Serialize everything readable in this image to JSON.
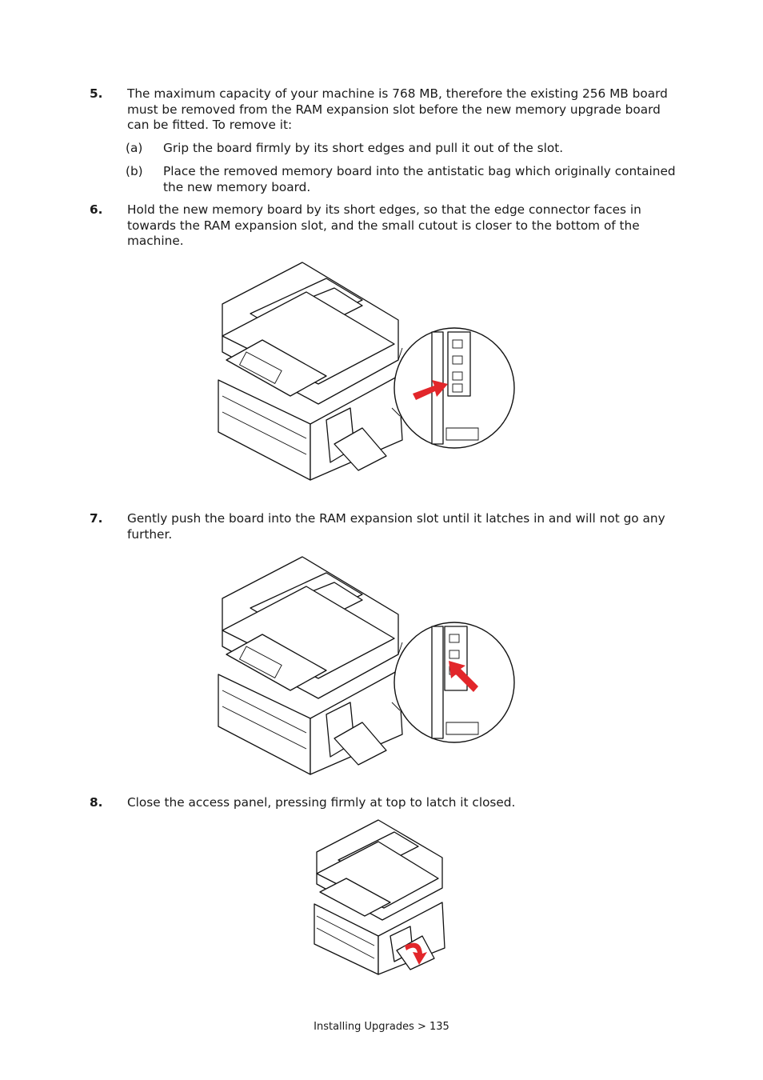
{
  "steps": [
    {
      "num": "5.",
      "text": "The maximum capacity of your machine is 768 MB, therefore the existing 256 MB board must be removed from the RAM expansion slot before the new memory upgrade board can be fitted. To remove it:"
    },
    {
      "num": "6.",
      "text": "Hold the new memory board by its short edges, so that the edge connector faces in towards the RAM expansion slot, and the small cutout is closer to the bottom of the machine."
    },
    {
      "num": "7.",
      "text": "Gently push the board into the RAM expansion slot until it latches in and will not go any further."
    },
    {
      "num": "8.",
      "text": "Close the access panel, pressing firmly at top to latch it closed."
    }
  ],
  "substeps": [
    {
      "label": "(a)",
      "text": "Grip the board firmly by its short edges and pull it out of the slot."
    },
    {
      "label": "(b)",
      "text": "Place the removed memory board into the antistatic bag which originally contained the new memory board."
    }
  ],
  "footer": "Installing Upgrades > 135",
  "colors": {
    "arrow": "#e2262a",
    "line": "#111111"
  }
}
